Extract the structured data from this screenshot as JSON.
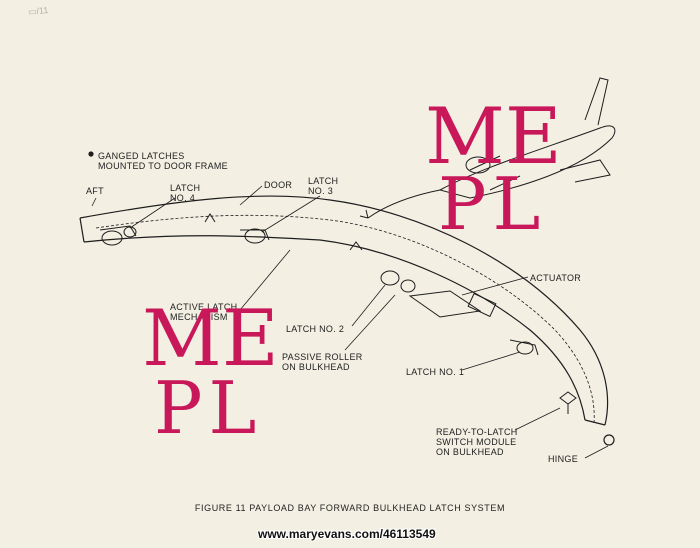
{
  "labels": {
    "ganged": "GANGED LATCHES\nMOUNTED TO DOOR FRAME",
    "aft": "AFT",
    "latch4": "LATCH\nNO. 4",
    "door": "DOOR",
    "latch3": "LATCH\nNO. 3",
    "actuator": "ACTUATOR",
    "active": "ACTIVE LATCH\nMECHANISM",
    "latch2": "LATCH NO. 2",
    "passive": "PASSIVE ROLLER\nON BULKHEAD",
    "latch1": "LATCH NO. 1",
    "ready": "READY-TO-LATCH\nSWITCH MODULE\nON BULKHEAD",
    "hinge": "HINGE"
  },
  "caption": "FIGURE 11 PAYLOAD BAY FORWARD BULKHEAD LATCH SYSTEM",
  "watermark": {
    "line1": "ME",
    "line2": "PL",
    "color": "#c8185a"
  },
  "credit": "www.maryevans.com/46113549",
  "colors": {
    "background": "#f3efe3",
    "ink": "#1e1e1e",
    "watermark": "#c8185a"
  }
}
